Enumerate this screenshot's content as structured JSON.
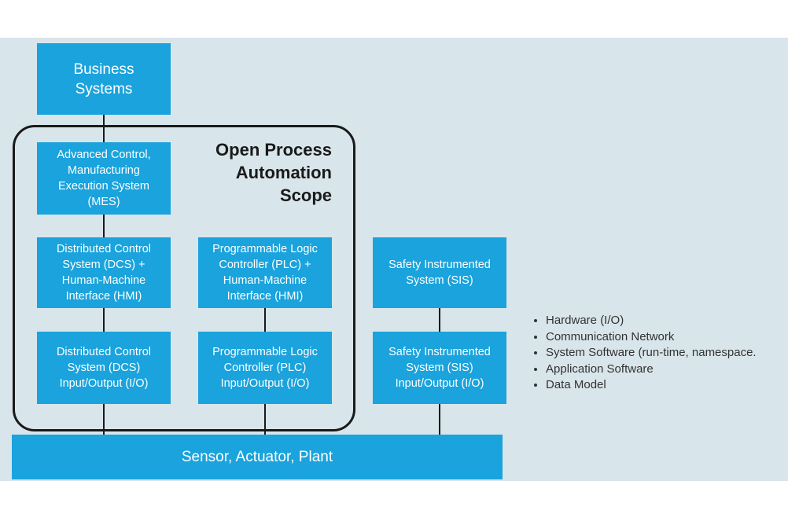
{
  "scope_title": "Open Process\nAutomation\nScope",
  "boxes": {
    "business": "Business\nSystems",
    "mes": "Advanced Control,\nManufacturing\nExecution System\n(MES)",
    "dcs_hmi": "Distributed Control\nSystem (DCS) +\nHuman-Machine\nInterface (HMI)",
    "plc_hmi": "Programmable Logic\nController (PLC) +\nHuman-Machine\nInterface (HMI)",
    "sis": "Safety Instrumented\nSystem (SIS)",
    "dcs_io": "Distributed Control\nSystem (DCS)\nInput/Output (I/O)",
    "plc_io": "Programmable Logic\nController (PLC)\nInput/Output (I/O)",
    "sis_io": "Safety Instrumented\nSystem (SIS)\nInput/Output (I/O)",
    "sensor": "Sensor, Actuator, Plant"
  },
  "legend": [
    "Hardware (I/O)",
    "Communication Network",
    "System Software (run-time, namespace.",
    "Application Software",
    "Data Model"
  ],
  "colors": {
    "box_fill": "#1aa3dc",
    "background": "#d8e5ea",
    "line": "#1a1a1a"
  }
}
